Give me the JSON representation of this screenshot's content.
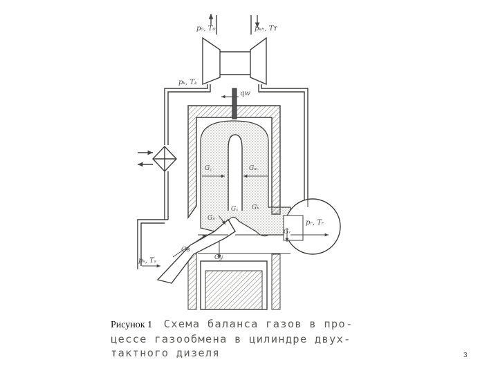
{
  "figure": {
    "labels": {
      "pa_ta": "p₀, T₀",
      "pkh_tt": "pₖₕ, Tᴛ",
      "pk_tk": "pₖ, Tₖ",
      "qw": "qw",
      "gc_left": "G꜀",
      "gm": "Gₘ",
      "gs_small": "Gₛ",
      "gh": "Gₕ",
      "gn": "Gₙ",
      "gb": "Gв",
      "gr": "Gᵣ",
      "gy": "Gу",
      "pr_tr": "pᵣ, Tᵣ",
      "ps_ts": "pₛ, Tₛ"
    },
    "caption_label": "Рисунок 1",
    "caption_line1": "Схема баланса газов в про-",
    "caption_line2": "цессе газообмена в цилиндре двух-",
    "caption_line3": "тактного дизеля",
    "page_number": "3"
  }
}
